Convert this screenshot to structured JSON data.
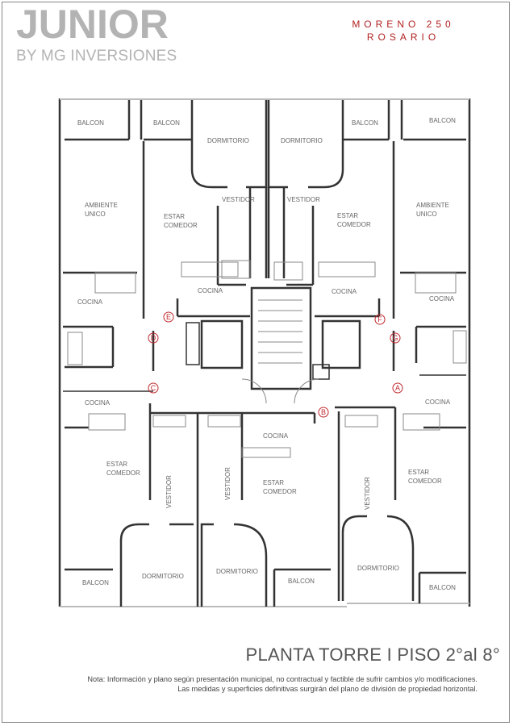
{
  "brand": {
    "title": "JUNIOR",
    "subtitle": "BY MG INVERSIONES"
  },
  "address": {
    "street": "MORENO 250",
    "city": "ROSARIO"
  },
  "rooms": {
    "balcon": "BALCON",
    "dormitorio": "DORMITORIO",
    "vestidor": "VESTIDOR",
    "estar": "ESTAR",
    "comedor": "COMEDOR",
    "ambiente": "AMBIENTE",
    "unico": "UNICO",
    "cocina": "COCINA"
  },
  "unit_markers": [
    "A",
    "B",
    "C",
    "D",
    "E",
    "F",
    "G"
  ],
  "colors": {
    "marker": "#c0282d",
    "wall": "#333333",
    "brand": "#b3b3b3",
    "address": "#b22222"
  },
  "footer": {
    "title": "PLANTA TORRE I PISO 2°al 8°",
    "note_line1": "Nota: Información y plano según presentación municipal, no contractual y factible de sufrir cambios y/o modificaciones.",
    "note_line2": "Las medidas y superficies  definitivas surgirán del plano de división de propiedad horizontal."
  }
}
